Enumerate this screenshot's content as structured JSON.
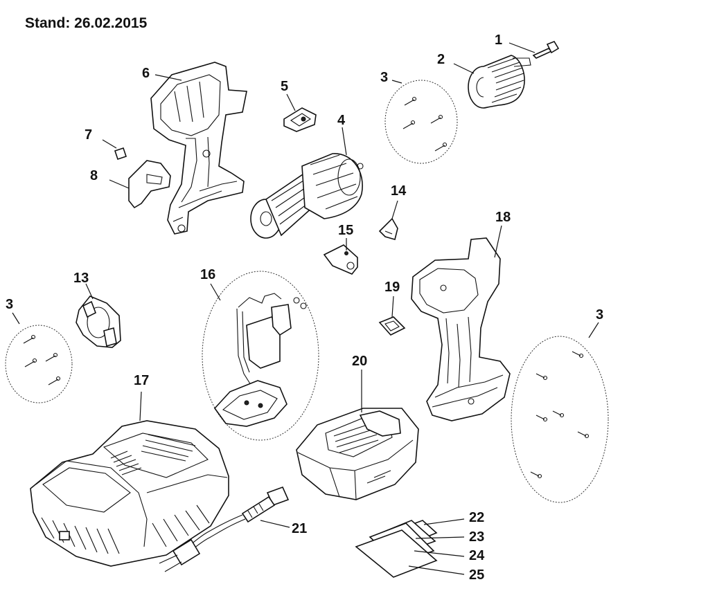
{
  "header": {
    "stand_text": "Stand: 26.02.2015"
  },
  "parts": [
    {
      "label": "1"
    },
    {
      "label": "2"
    },
    {
      "label": "3"
    },
    {
      "label": "4"
    },
    {
      "label": "5"
    },
    {
      "label": "6"
    },
    {
      "label": "7"
    },
    {
      "label": "8"
    },
    {
      "label": "13"
    },
    {
      "label": "3"
    },
    {
      "label": "14"
    },
    {
      "label": "15"
    },
    {
      "label": "16"
    },
    {
      "label": "17"
    },
    {
      "label": "18"
    },
    {
      "label": "19"
    },
    {
      "label": "3"
    },
    {
      "label": "20"
    },
    {
      "label": "21"
    },
    {
      "label": "22"
    },
    {
      "label": "23"
    },
    {
      "label": "24"
    },
    {
      "label": "25"
    }
  ]
}
